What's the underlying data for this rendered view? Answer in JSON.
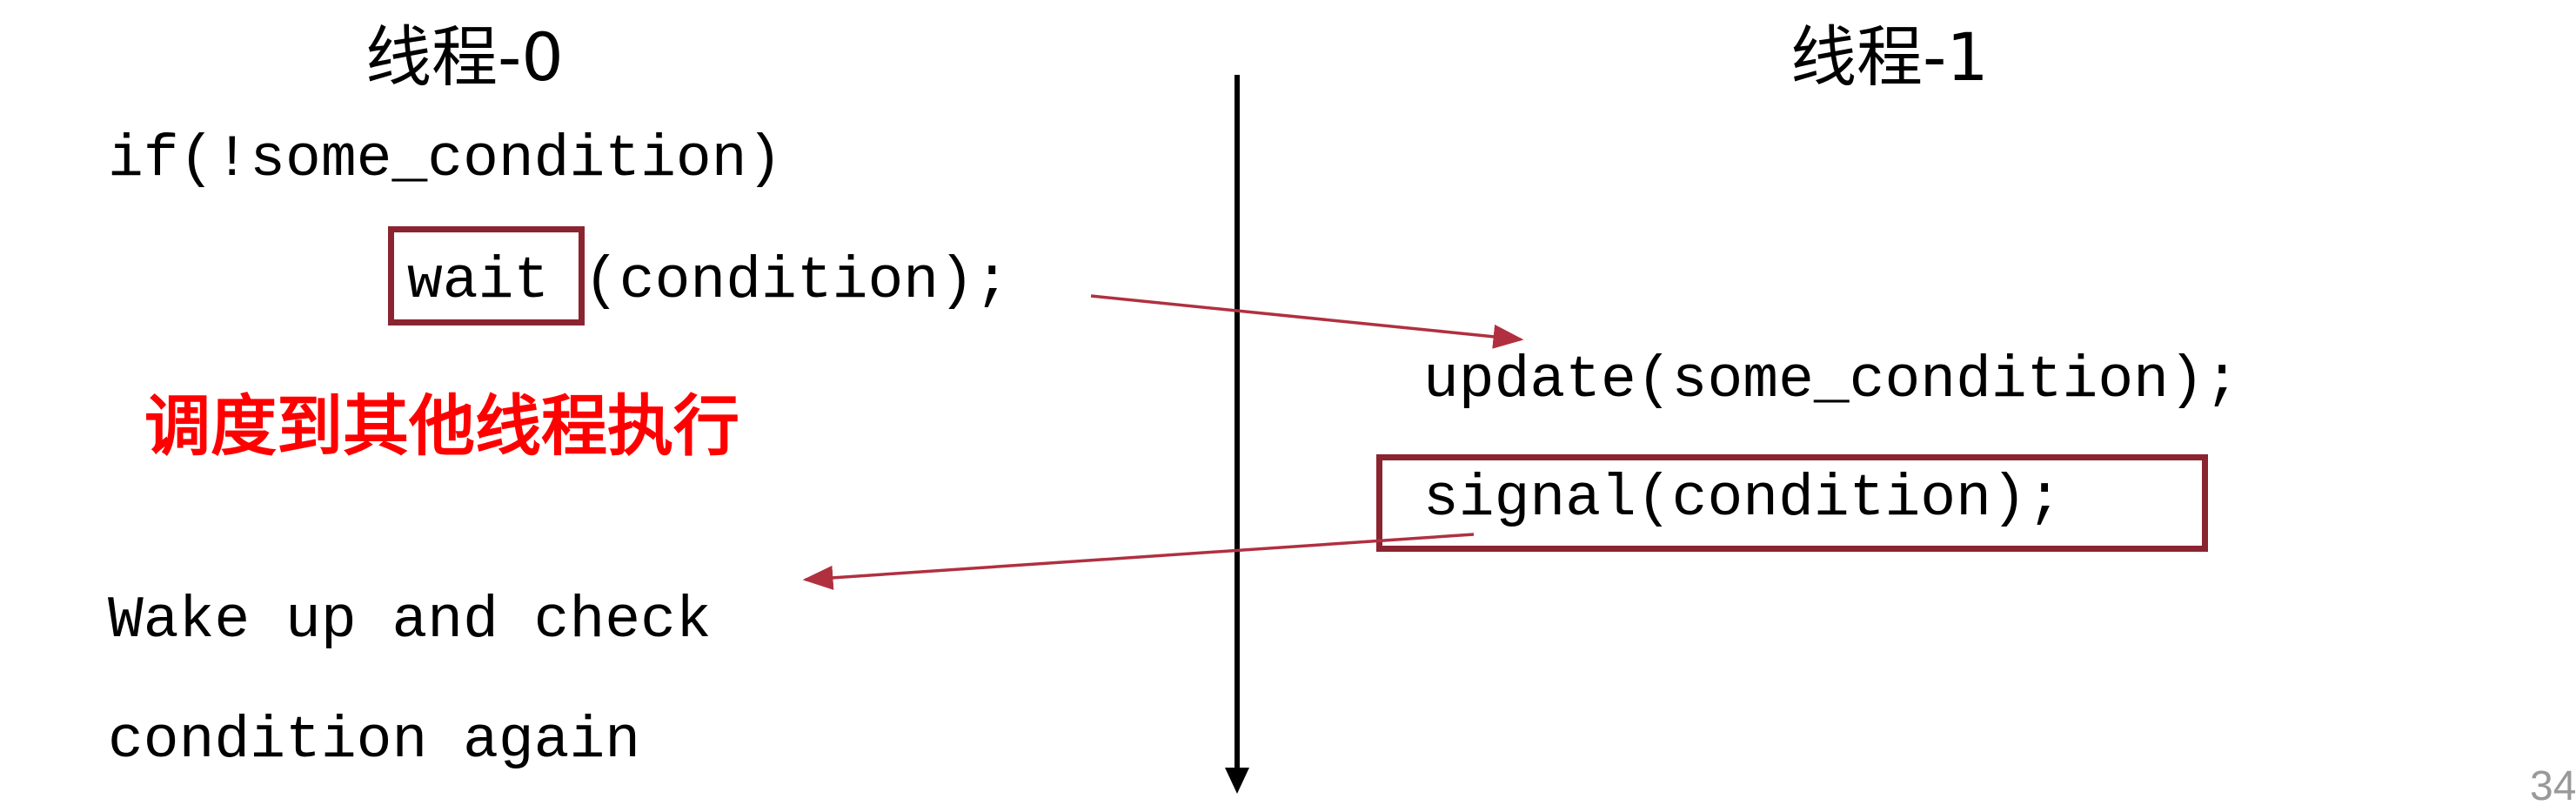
{
  "thread0": {
    "title": "线程-0",
    "line_if": "if(!some_condition)",
    "wait_keyword": "wait",
    "wait_rest": "(condition);",
    "note": "调度到其他线程执行",
    "wake_line1": "Wake up and check",
    "wake_line2": "condition again"
  },
  "thread1": {
    "title": "线程-1",
    "update_line": "update(some_condition);",
    "signal_line": "signal(condition);"
  },
  "page_number": "34",
  "colors": {
    "highlight_box": "#8b2431",
    "arrow": "#b03040",
    "note": "#ff0000",
    "timeline": "#000000"
  }
}
